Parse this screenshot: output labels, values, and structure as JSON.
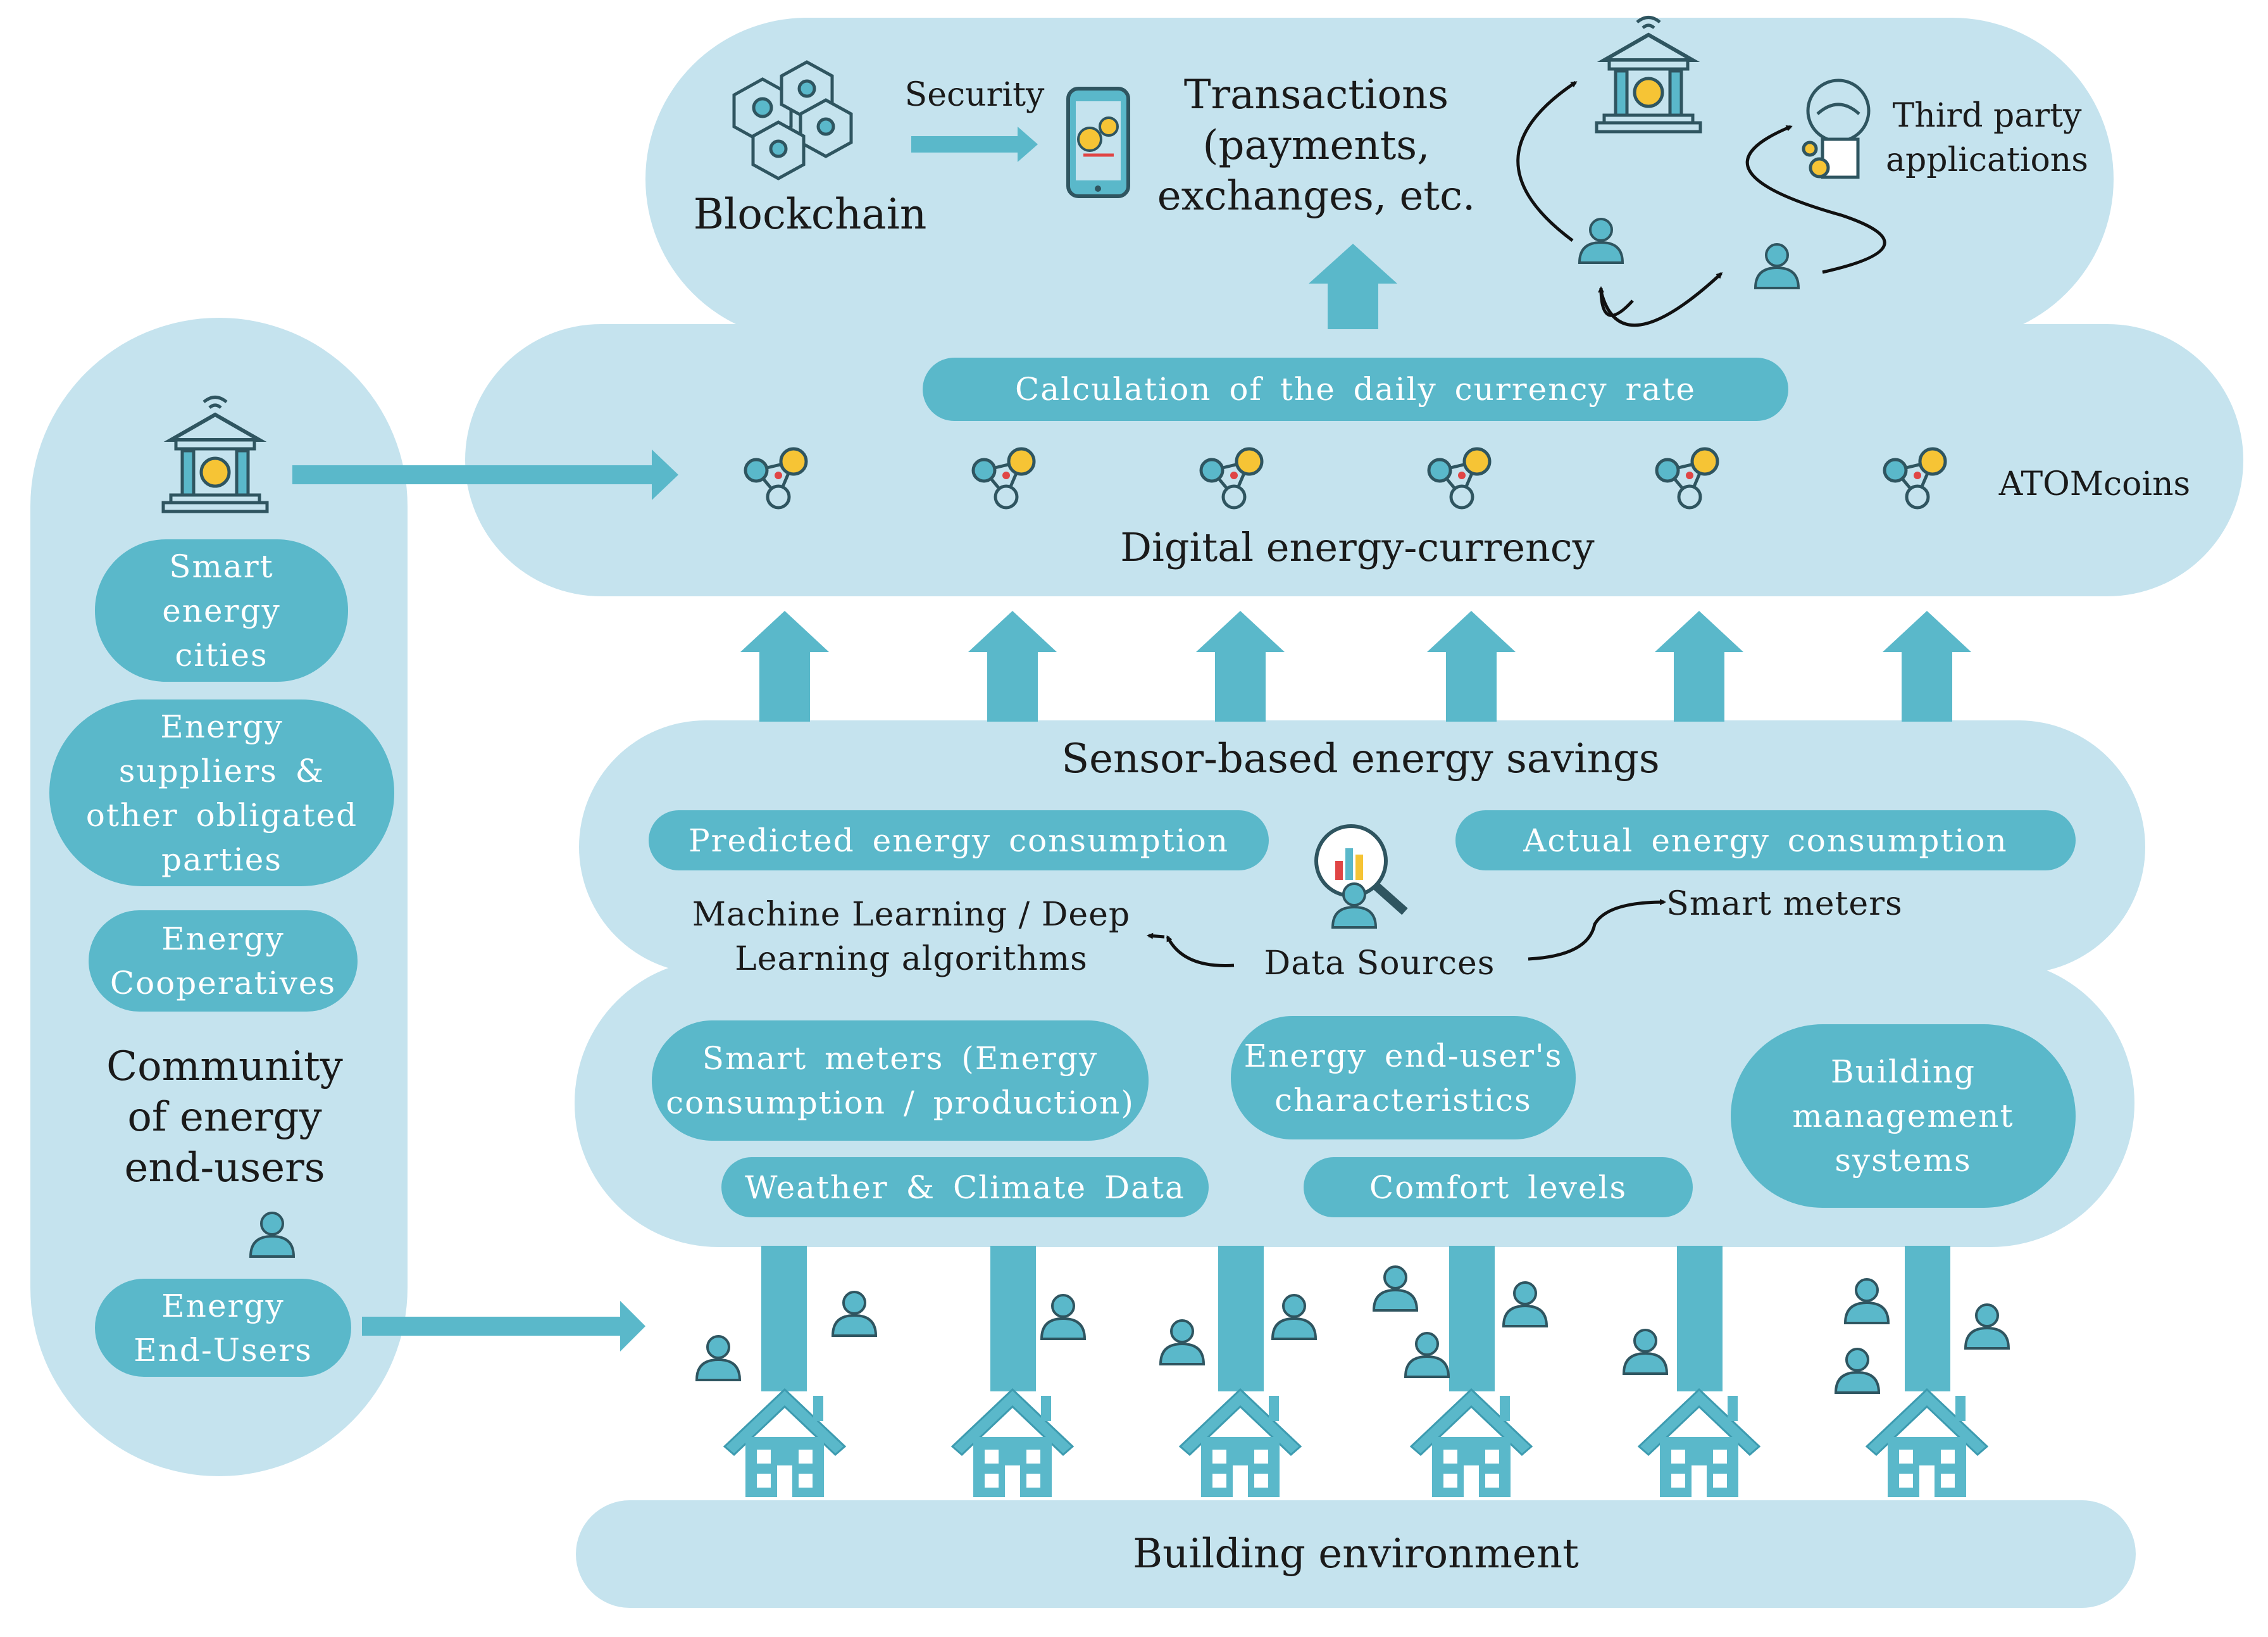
{
  "colors": {
    "panel": "#c5e3ee",
    "accent": "#5ab8ca",
    "coin_yellow": "#f6c435",
    "text": "#1a1a1a",
    "pill_text": "#ffffff"
  },
  "blockchain_panel": {
    "blockchain_label": "Blockchain",
    "security_label": "Security",
    "transactions_label": "Transactions\n(payments,\nexchanges, etc.",
    "third_party_label": "Third party\napplications",
    "icons": [
      "blockchain-cubes-icon",
      "phone-exchange-icon",
      "bank-icon",
      "handshake-badge-icon",
      "person-icon"
    ]
  },
  "currency_panel": {
    "rate_pill": "Calculation of the daily currency rate",
    "title": "Digital energy-currency",
    "coin_label": "ATOMcoins",
    "coin_count": 6
  },
  "savings_panel": {
    "title": "Sensor-based energy savings",
    "predicted_pill": "Predicted energy consumption",
    "actual_pill": "Actual energy consumption",
    "ml_label": "Machine Learning / Deep\nLearning algorithms",
    "data_sources_label": "Data Sources",
    "smart_meters_label": "Smart meters"
  },
  "data_panel": {
    "smart_meters_pill": "Smart meters (Energy\nconsumption / production)",
    "end_user_pill": "Energy end-user's\ncharacteristics",
    "bms_pill": "Building\nmanagement\nsystems",
    "weather_pill": "Weather & Climate Data",
    "comfort_pill": "Comfort levels"
  },
  "community_panel": {
    "smart_cities_pill": "Smart\nenergy\ncities",
    "suppliers_pill": "Energy\nsuppliers &\nother obligated\nparties",
    "cooperatives_pill": "Energy\nCooperatives",
    "title": "Community\nof energy\nend-users",
    "end_users_pill": "Energy\nEnd-Users"
  },
  "building_panel": {
    "title": "Building environment",
    "house_count": 6
  }
}
